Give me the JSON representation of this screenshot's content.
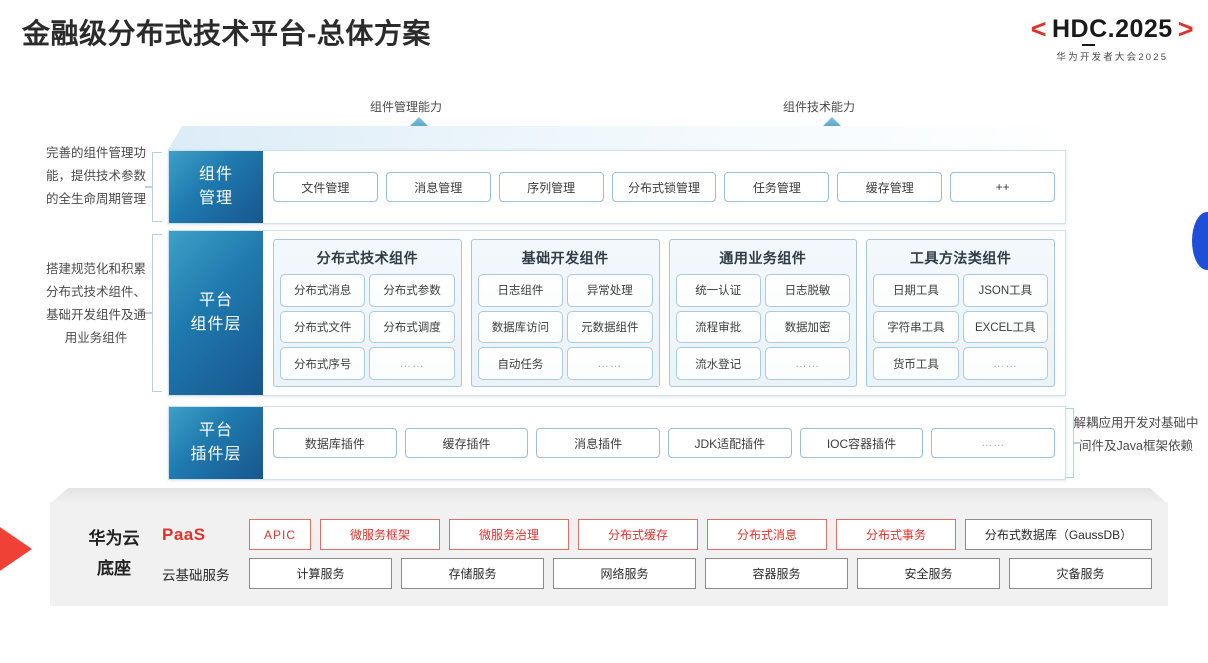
{
  "header": {
    "title": "金融级分布式技术平台-总体方案",
    "logo": {
      "bracket_left": "<",
      "bracket_right": ">",
      "main": "HDC.2025",
      "sub": "华为开发者大会2025",
      "accent_color": "#e0322d"
    }
  },
  "capabilities": [
    {
      "label": "组件管理能力"
    },
    {
      "label": "组件技术能力"
    }
  ],
  "side_notes": {
    "left": [
      "完善的组件管理功能，提供技术参数的全生命周期管理",
      "搭建规范化和积累分布式技术组件、基础开发组件及通用业务组件"
    ],
    "right": [
      "解耦应用开发对基础中间件及Java框架依赖"
    ]
  },
  "layers": {
    "component_management": {
      "tag_line1": "组件",
      "tag_line2": "管理",
      "items": [
        "文件管理",
        "消息管理",
        "序列管理",
        "分布式锁管理",
        "任务管理",
        "缓存管理",
        "++"
      ]
    },
    "platform_component": {
      "tag_line1": "平台",
      "tag_line2": "组件层",
      "groups": [
        {
          "title": "分布式技术组件",
          "items": [
            "分布式消息",
            "分布式参数",
            "分布式文件",
            "分布式调度",
            "分布式序号",
            "……"
          ]
        },
        {
          "title": "基础开发组件",
          "items": [
            "日志组件",
            "异常处理",
            "数据库访问",
            "元数据组件",
            "自动任务",
            "……"
          ]
        },
        {
          "title": "通用业务组件",
          "items": [
            "统一认证",
            "日志脱敏",
            "流程审批",
            "数据加密",
            "流水登记",
            "……"
          ]
        },
        {
          "title": "工具方法类组件",
          "items": [
            "日期工具",
            "JSON工具",
            "字符串工具",
            "EXCEL工具",
            "货币工具",
            "……"
          ]
        }
      ]
    },
    "platform_plugin": {
      "tag_line1": "平台",
      "tag_line2": "插件层",
      "items": [
        "数据库插件",
        "缓存插件",
        "消息插件",
        "JDK适配插件",
        "IOC容器插件",
        "……"
      ]
    }
  },
  "cloud_base": {
    "title_line1": "华为云",
    "title_line2": "底座",
    "paas": {
      "label": "PaaS",
      "items": [
        {
          "text": "APIC",
          "style": "red"
        },
        {
          "text": "微服务框架",
          "style": "red"
        },
        {
          "text": "微服务治理",
          "style": "red"
        },
        {
          "text": "分布式缓存",
          "style": "red"
        },
        {
          "text": "分布式消息",
          "style": "red"
        },
        {
          "text": "分布式事务",
          "style": "red"
        },
        {
          "text": "分布式数据库（GaussDB）",
          "style": "gray"
        }
      ]
    },
    "infra": {
      "label": "云基础服务",
      "items": [
        {
          "text": "计算服务",
          "style": "gray"
        },
        {
          "text": "存储服务",
          "style": "gray"
        },
        {
          "text": "网络服务",
          "style": "gray"
        },
        {
          "text": "容器服务",
          "style": "gray"
        },
        {
          "text": "安全服务",
          "style": "gray"
        },
        {
          "text": "灾备服务",
          "style": "gray"
        }
      ]
    }
  }
}
